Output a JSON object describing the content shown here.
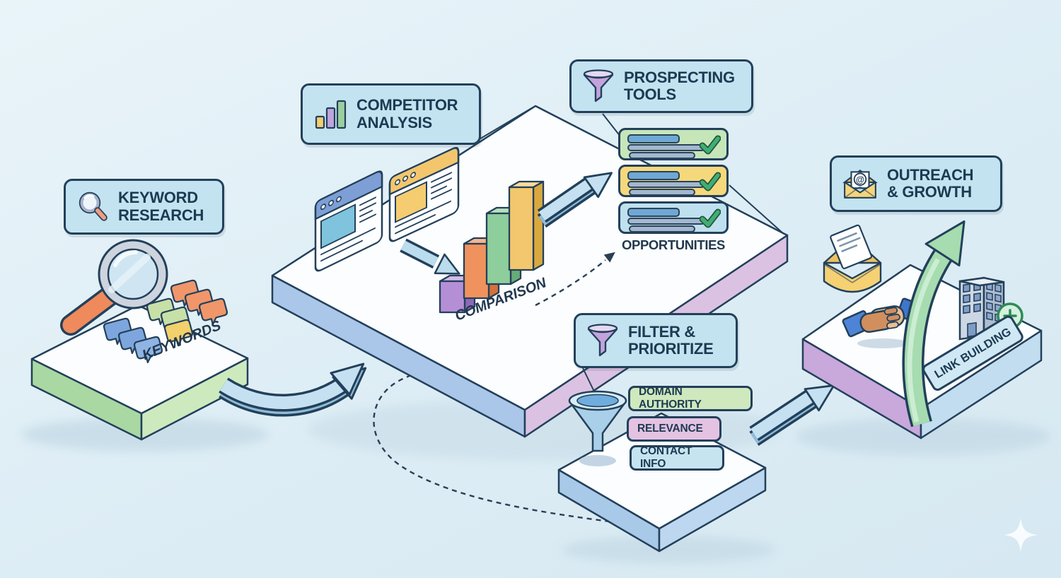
{
  "title": "SEO link building workflow diagram",
  "labels": {
    "keyword_research": {
      "line1": "KEYWORD",
      "line2": "RESEARCH"
    },
    "competitor_analysis": {
      "line1": "COMPETITOR",
      "line2": "ANALYSIS"
    },
    "prospecting_tools": {
      "line1": "PROSPECTING",
      "line2": "TOOLS"
    },
    "filter_prioritize": {
      "line1": "FILTER &",
      "line2": "PRIORITIZE"
    },
    "outreach_growth": {
      "line1": "OUTREACH",
      "line2": "& GROWTH"
    }
  },
  "annotations": {
    "keywords": "KEYWORDS",
    "comparison": "COMPARISON",
    "opportunities": "OPPORTUNITIES",
    "link_building": "LINK BUILDING"
  },
  "filter_criteria": [
    {
      "label": "DOMAIN AUTHORITY",
      "color": "#cfe8bd"
    },
    {
      "label": "RELEVANCE",
      "color": "#e4c2e2"
    },
    {
      "label": "CONTACT INFO",
      "color": "#c6e4f0"
    }
  ],
  "opportunity_cards": [
    {
      "color": "#c6e6ba"
    },
    {
      "color": "#f6d87c"
    },
    {
      "color": "#bfe0ee"
    }
  ],
  "icons": {
    "at_symbol": "@"
  },
  "colors": {
    "background": "#dfeef6",
    "label_fill": "#c3e3f0",
    "outline": "#23405a",
    "text": "#1d3a52",
    "platform_top": "#fbfdfe",
    "keyword_platform_edge": "#a9d8a2",
    "analysis_platform_edge_left": "#aac6e8",
    "analysis_platform_edge_right": "#dcc2e2",
    "filter_platform_edge": "#a9c9e9",
    "outreach_platform_edge_left": "#c9a8dc",
    "arrow_light": "#c5e1f1",
    "growth_green": "#a6dcb0",
    "check_green": "#3fae74",
    "bar_colors": [
      "#b48fd6",
      "#f0925e",
      "#8ecd9c",
      "#f3c76d"
    ],
    "card_colors": [
      "#c6e6ba",
      "#f6d87c",
      "#bfe0ee"
    ]
  }
}
